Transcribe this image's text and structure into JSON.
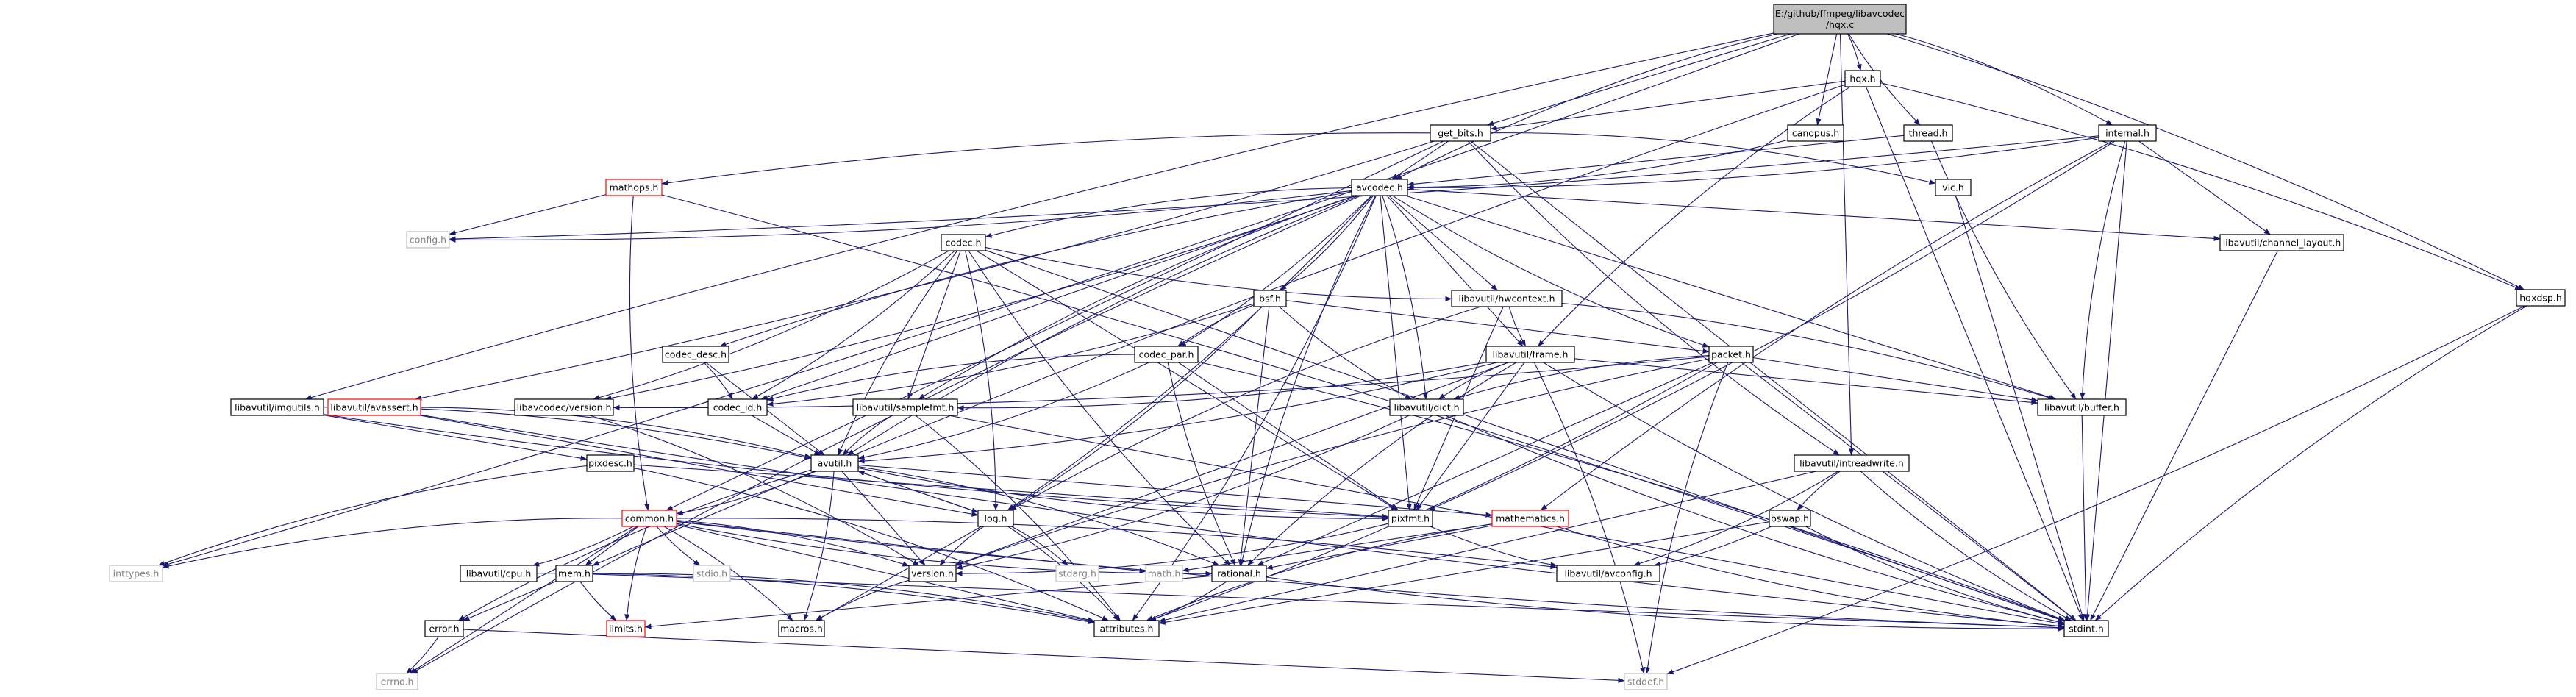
{
  "colors": {
    "edge": "#191970",
    "node_border": "#000000",
    "node_border_missing": "#bfbfbf",
    "node_border_truncated": "#ff0000",
    "root_fill": "#bfbfbf",
    "node_fill": "#ffffff",
    "text": "#000000",
    "text_missing": "#808080"
  },
  "graph": {
    "nodes": [
      {
        "id": "root",
        "label": [
          "E:/github/ffmpeg/libavcodec",
          "/hqx.c"
        ],
        "kind": "root"
      },
      {
        "id": "hqx_h",
        "label": [
          "hqx.h"
        ],
        "kind": "normal"
      },
      {
        "id": "canopus_h",
        "label": [
          "canopus.h"
        ],
        "kind": "normal"
      },
      {
        "id": "thread_h",
        "label": [
          "thread.h"
        ],
        "kind": "normal"
      },
      {
        "id": "internal_h",
        "label": [
          "internal.h"
        ],
        "kind": "normal"
      },
      {
        "id": "get_bits_h",
        "label": [
          "get_bits.h"
        ],
        "kind": "normal"
      },
      {
        "id": "hqxdsp_h",
        "label": [
          "hqxdsp.h"
        ],
        "kind": "normal"
      },
      {
        "id": "mathops_h",
        "label": [
          "mathops.h"
        ],
        "kind": "truncated"
      },
      {
        "id": "avcodec_h",
        "label": [
          "avcodec.h"
        ],
        "kind": "normal"
      },
      {
        "id": "vlc_h",
        "label": [
          "vlc.h"
        ],
        "kind": "normal"
      },
      {
        "id": "config_h",
        "label": [
          "config.h"
        ],
        "kind": "missing"
      },
      {
        "id": "chlayout_h",
        "label": [
          "libavutil/channel_layout.h"
        ],
        "kind": "normal"
      },
      {
        "id": "codec_h",
        "label": [
          "codec.h"
        ],
        "kind": "normal"
      },
      {
        "id": "bsf_h",
        "label": [
          "bsf.h"
        ],
        "kind": "normal"
      },
      {
        "id": "hwcontext_h",
        "label": [
          "libavutil/hwcontext.h"
        ],
        "kind": "normal"
      },
      {
        "id": "codec_desc_h",
        "label": [
          "codec_desc.h"
        ],
        "kind": "normal"
      },
      {
        "id": "codec_par_h",
        "label": [
          "codec_par.h"
        ],
        "kind": "normal"
      },
      {
        "id": "frame_h",
        "label": [
          "libavutil/frame.h"
        ],
        "kind": "normal"
      },
      {
        "id": "packet_h",
        "label": [
          "packet.h"
        ],
        "kind": "normal"
      },
      {
        "id": "imgutils_h",
        "label": [
          "libavutil/imgutils.h"
        ],
        "kind": "normal"
      },
      {
        "id": "avassert_h",
        "label": [
          "libavutil/avassert.h"
        ],
        "kind": "truncated"
      },
      {
        "id": "lavc_version_h",
        "label": [
          "libavcodec/version.h"
        ],
        "kind": "normal"
      },
      {
        "id": "codec_id_h",
        "label": [
          "codec_id.h"
        ],
        "kind": "normal"
      },
      {
        "id": "samplefmt_h",
        "label": [
          "libavutil/samplefmt.h"
        ],
        "kind": "normal"
      },
      {
        "id": "dict_h",
        "label": [
          "libavutil/dict.h"
        ],
        "kind": "normal"
      },
      {
        "id": "buffer_h",
        "label": [
          "libavutil/buffer.h"
        ],
        "kind": "normal"
      },
      {
        "id": "intreadwrite_h",
        "label": [
          "libavutil/intreadwrite.h"
        ],
        "kind": "normal"
      },
      {
        "id": "pixdesc_h",
        "label": [
          "pixdesc.h"
        ],
        "kind": "normal"
      },
      {
        "id": "avutil_h",
        "label": [
          "avutil.h"
        ],
        "kind": "normal"
      },
      {
        "id": "common_h",
        "label": [
          "common.h"
        ],
        "kind": "truncated"
      },
      {
        "id": "log_h",
        "label": [
          "log.h"
        ],
        "kind": "normal"
      },
      {
        "id": "pixfmt_h",
        "label": [
          "pixfmt.h"
        ],
        "kind": "normal"
      },
      {
        "id": "mathematics_h",
        "label": [
          "mathematics.h"
        ],
        "kind": "truncated"
      },
      {
        "id": "bswap_h",
        "label": [
          "bswap.h"
        ],
        "kind": "normal"
      },
      {
        "id": "inttypes_h",
        "label": [
          "inttypes.h"
        ],
        "kind": "missing"
      },
      {
        "id": "cpu_h",
        "label": [
          "libavutil/cpu.h"
        ],
        "kind": "normal"
      },
      {
        "id": "mem_h",
        "label": [
          "mem.h"
        ],
        "kind": "normal"
      },
      {
        "id": "stdio_h",
        "label": [
          "stdio.h"
        ],
        "kind": "missing"
      },
      {
        "id": "version_h",
        "label": [
          "version.h"
        ],
        "kind": "normal"
      },
      {
        "id": "stdarg_h",
        "label": [
          "stdarg.h"
        ],
        "kind": "missing"
      },
      {
        "id": "math_h",
        "label": [
          "math.h"
        ],
        "kind": "missing"
      },
      {
        "id": "rational_h",
        "label": [
          "rational.h"
        ],
        "kind": "normal"
      },
      {
        "id": "avconfig_h",
        "label": [
          "libavutil/avconfig.h"
        ],
        "kind": "normal"
      },
      {
        "id": "error_h",
        "label": [
          "error.h"
        ],
        "kind": "normal"
      },
      {
        "id": "limits_h",
        "label": [
          "limits.h"
        ],
        "kind": "truncated"
      },
      {
        "id": "macros_h",
        "label": [
          "macros.h"
        ],
        "kind": "normal"
      },
      {
        "id": "attributes_h",
        "label": [
          "attributes.h"
        ],
        "kind": "normal"
      },
      {
        "id": "stdint_h",
        "label": [
          "stdint.h"
        ],
        "kind": "normal"
      },
      {
        "id": "errno_h",
        "label": [
          "errno.h"
        ],
        "kind": "missing"
      },
      {
        "id": "stddef_h",
        "label": [
          "stddef.h"
        ],
        "kind": "missing"
      }
    ],
    "edges": [
      [
        "root",
        "hqx_h"
      ],
      [
        "root",
        "canopus_h"
      ],
      [
        "root",
        "thread_h"
      ],
      [
        "root",
        "internal_h"
      ],
      [
        "root",
        "get_bits_h"
      ],
      [
        "root",
        "avcodec_h"
      ],
      [
        "root",
        "hqxdsp_h"
      ],
      [
        "root",
        "intreadwrite_h"
      ],
      [
        "root",
        "imgutils_h"
      ],
      [
        "root",
        "inttypes_h"
      ],
      [
        "hqx_h",
        "get_bits_h"
      ],
      [
        "hqx_h",
        "frame_h"
      ],
      [
        "hqx_h",
        "hqxdsp_h"
      ],
      [
        "hqx_h",
        "stdint_h"
      ],
      [
        "hqx_h",
        "mem_h"
      ],
      [
        "canopus_h",
        "avcodec_h"
      ],
      [
        "thread_h",
        "avcodec_h"
      ],
      [
        "thread_h",
        "buffer_h"
      ],
      [
        "internal_h",
        "avcodec_h"
      ],
      [
        "internal_h",
        "chlayout_h"
      ],
      [
        "internal_h",
        "buffer_h"
      ],
      [
        "internal_h",
        "pixfmt_h"
      ],
      [
        "internal_h",
        "stdint_h"
      ],
      [
        "internal_h",
        "mathematics_h"
      ],
      [
        "internal_h",
        "config_h"
      ],
      [
        "get_bits_h",
        "avcodec_h"
      ],
      [
        "get_bits_h",
        "mathops_h"
      ],
      [
        "get_bits_h",
        "vlc_h"
      ],
      [
        "get_bits_h",
        "stdint_h"
      ],
      [
        "get_bits_h",
        "intreadwrite_h"
      ],
      [
        "get_bits_h",
        "avassert_h"
      ],
      [
        "get_bits_h",
        "common_h"
      ],
      [
        "hqxdsp_h",
        "stdint_h"
      ],
      [
        "hqxdsp_h",
        "stddef_h"
      ],
      [
        "mathops_h",
        "config_h"
      ],
      [
        "mathops_h",
        "common_h"
      ],
      [
        "mathops_h",
        "stdint_h"
      ],
      [
        "vlc_h",
        "stdint_h"
      ],
      [
        "avcodec_h",
        "codec_h"
      ],
      [
        "avcodec_h",
        "bsf_h"
      ],
      [
        "avcodec_h",
        "hwcontext_h"
      ],
      [
        "avcodec_h",
        "codec_desc_h"
      ],
      [
        "avcodec_h",
        "codec_par_h"
      ],
      [
        "avcodec_h",
        "frame_h"
      ],
      [
        "avcodec_h",
        "packet_h"
      ],
      [
        "avcodec_h",
        "lavc_version_h"
      ],
      [
        "avcodec_h",
        "codec_id_h"
      ],
      [
        "avcodec_h",
        "samplefmt_h"
      ],
      [
        "avcodec_h",
        "dict_h"
      ],
      [
        "avcodec_h",
        "buffer_h"
      ],
      [
        "avcodec_h",
        "avutil_h"
      ],
      [
        "avcodec_h",
        "log_h"
      ],
      [
        "avcodec_h",
        "pixfmt_h"
      ],
      [
        "avcodec_h",
        "rational_h"
      ],
      [
        "avcodec_h",
        "attributes_h"
      ],
      [
        "avcodec_h",
        "chlayout_h"
      ],
      [
        "avcodec_h",
        "errno_h"
      ],
      [
        "avcodec_h",
        "config_h"
      ],
      [
        "chlayout_h",
        "stdint_h"
      ],
      [
        "codec_h",
        "hwcontext_h"
      ],
      [
        "codec_h",
        "codec_id_h"
      ],
      [
        "codec_h",
        "samplefmt_h"
      ],
      [
        "codec_h",
        "avutil_h"
      ],
      [
        "codec_h",
        "log_h"
      ],
      [
        "codec_h",
        "pixfmt_h"
      ],
      [
        "codec_h",
        "rational_h"
      ],
      [
        "codec_h",
        "lavc_version_h"
      ],
      [
        "codec_h",
        "stdint_h"
      ],
      [
        "bsf_h",
        "codec_par_h"
      ],
      [
        "bsf_h",
        "codec_id_h"
      ],
      [
        "bsf_h",
        "packet_h"
      ],
      [
        "bsf_h",
        "dict_h"
      ],
      [
        "bsf_h",
        "log_h"
      ],
      [
        "bsf_h",
        "rational_h"
      ],
      [
        "hwcontext_h",
        "frame_h"
      ],
      [
        "hwcontext_h",
        "buffer_h"
      ],
      [
        "hwcontext_h",
        "pixfmt_h"
      ],
      [
        "hwcontext_h",
        "log_h"
      ],
      [
        "codec_desc_h",
        "codec_id_h"
      ],
      [
        "codec_desc_h",
        "avutil_h"
      ],
      [
        "codec_par_h",
        "codec_id_h"
      ],
      [
        "codec_par_h",
        "avutil_h"
      ],
      [
        "codec_par_h",
        "pixfmt_h"
      ],
      [
        "codec_par_h",
        "rational_h"
      ],
      [
        "codec_par_h",
        "stdint_h"
      ],
      [
        "frame_h",
        "buffer_h"
      ],
      [
        "frame_h",
        "dict_h"
      ],
      [
        "frame_h",
        "avutil_h"
      ],
      [
        "frame_h",
        "pixfmt_h"
      ],
      [
        "frame_h",
        "rational_h"
      ],
      [
        "frame_h",
        "samplefmt_h"
      ],
      [
        "frame_h",
        "version_h"
      ],
      [
        "frame_h",
        "stdint_h"
      ],
      [
        "frame_h",
        "stddef_h"
      ],
      [
        "packet_h",
        "buffer_h"
      ],
      [
        "packet_h",
        "dict_h"
      ],
      [
        "packet_h",
        "attributes_h"
      ],
      [
        "packet_h",
        "rational_h"
      ],
      [
        "packet_h",
        "version_h"
      ],
      [
        "packet_h",
        "lavc_version_h"
      ],
      [
        "packet_h",
        "stdint_h"
      ],
      [
        "packet_h",
        "stddef_h"
      ],
      [
        "imgutils_h",
        "avutil_h"
      ],
      [
        "imgutils_h",
        "pixdesc_h"
      ],
      [
        "imgutils_h",
        "pixfmt_h"
      ],
      [
        "avassert_h",
        "avutil_h"
      ],
      [
        "avassert_h",
        "log_h"
      ],
      [
        "avassert_h",
        "stdint_h"
      ],
      [
        "lavc_version_h",
        "version_h"
      ],
      [
        "codec_id_h",
        "avutil_h"
      ],
      [
        "samplefmt_h",
        "avutil_h"
      ],
      [
        "samplefmt_h",
        "attributes_h"
      ],
      [
        "samplefmt_h",
        "stdint_h"
      ],
      [
        "dict_h",
        "stdint_h"
      ],
      [
        "dict_h",
        "version_h"
      ],
      [
        "buffer_h",
        "stdint_h"
      ],
      [
        "intreadwrite_h",
        "bswap_h"
      ],
      [
        "intreadwrite_h",
        "avconfig_h"
      ],
      [
        "intreadwrite_h",
        "attributes_h"
      ],
      [
        "intreadwrite_h",
        "stdint_h"
      ],
      [
        "pixdesc_h",
        "attributes_h"
      ],
      [
        "pixdesc_h",
        "pixfmt_h"
      ],
      [
        "pixdesc_h",
        "inttypes_h"
      ],
      [
        "avutil_h",
        "common_h"
      ],
      [
        "avutil_h",
        "log_h"
      ],
      [
        "avutil_h",
        "pixfmt_h"
      ],
      [
        "avutil_h",
        "rational_h"
      ],
      [
        "avutil_h",
        "version_h"
      ],
      [
        "avutil_h",
        "error_h"
      ],
      [
        "avutil_h",
        "macros_h"
      ],
      [
        "avutil_h",
        "mathematics_h"
      ],
      [
        "common_h",
        "inttypes_h"
      ],
      [
        "common_h",
        "cpu_h"
      ],
      [
        "common_h",
        "mem_h"
      ],
      [
        "common_h",
        "stdio_h"
      ],
      [
        "common_h",
        "version_h"
      ],
      [
        "common_h",
        "math_h"
      ],
      [
        "common_h",
        "rational_h"
      ],
      [
        "common_h",
        "avconfig_h"
      ],
      [
        "common_h",
        "errno_h"
      ],
      [
        "common_h",
        "limits_h"
      ],
      [
        "common_h",
        "macros_h"
      ],
      [
        "common_h",
        "attributes_h"
      ],
      [
        "common_h",
        "stdint_h"
      ],
      [
        "log_h",
        "attributes_h"
      ],
      [
        "log_h",
        "avutil_h"
      ],
      [
        "log_h",
        "version_h"
      ],
      [
        "log_h",
        "stdarg_h"
      ],
      [
        "log_h",
        "macros_h"
      ],
      [
        "pixfmt_h",
        "avconfig_h"
      ],
      [
        "pixfmt_h",
        "version_h"
      ],
      [
        "mathematics_h",
        "rational_h"
      ],
      [
        "mathematics_h",
        "attributes_h"
      ],
      [
        "mathematics_h",
        "intfloat_h_none"
      ],
      [
        "mathematics_h",
        "math_h"
      ],
      [
        "mathematics_h",
        "stdint_h"
      ],
      [
        "bswap_h",
        "avconfig_h"
      ],
      [
        "bswap_h",
        "attributes_h"
      ],
      [
        "bswap_h",
        "stdint_h"
      ],
      [
        "cpu_h",
        "attributes_h"
      ],
      [
        "mem_h",
        "error_h"
      ],
      [
        "mem_h",
        "limits_h"
      ],
      [
        "mem_h",
        "attributes_h"
      ],
      [
        "mem_h",
        "stdint_h"
      ],
      [
        "version_h",
        "macros_h"
      ],
      [
        "rational_h",
        "attributes_h"
      ],
      [
        "rational_h",
        "limits_h"
      ],
      [
        "rational_h",
        "stdint_h"
      ],
      [
        "error_h",
        "errno_h"
      ],
      [
        "error_h",
        "stddef_h"
      ]
    ]
  }
}
